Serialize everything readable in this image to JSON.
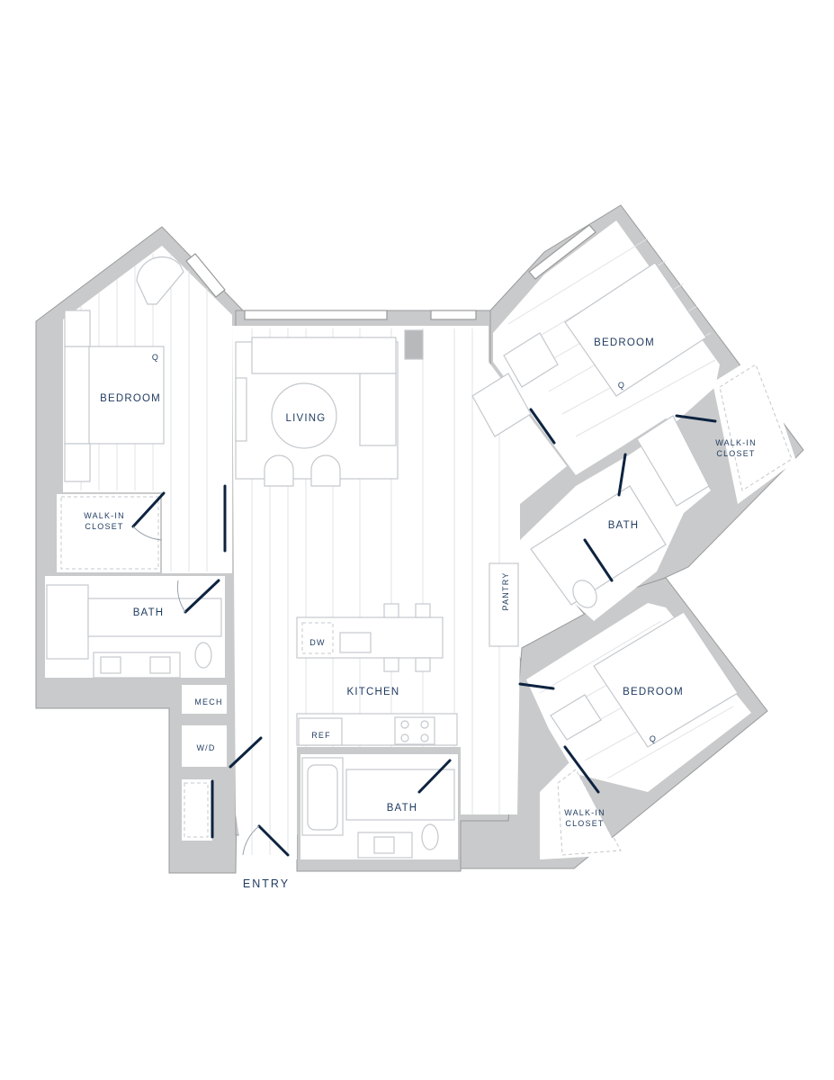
{
  "labels": {
    "bedroom_left": "BEDROOM",
    "bedroom_top_right": "BEDROOM",
    "bedroom_bottom_right": "BEDROOM",
    "bed_size_left": "Q",
    "bed_size_top_right": "Q",
    "bed_size_bottom_right": "Q",
    "living": "LIVING",
    "kitchen": "KITCHEN",
    "bath_left": "BATH",
    "bath_center": "BATH",
    "bath_right": "BATH",
    "walk_in_left_1": "WALK-IN",
    "walk_in_left_2": "CLOSET",
    "walk_in_top_right_1": "WALK-IN",
    "walk_in_top_right_2": "CLOSET",
    "walk_in_bottom_right_1": "WALK-IN",
    "walk_in_bottom_right_2": "CLOSET",
    "mech": "MECH",
    "washer_dryer": "W/D",
    "pantry": "PANTRY",
    "refrigerator": "REF",
    "dishwasher": "DW",
    "entry": "ENTRY"
  },
  "colors": {
    "walls": "#c9cacb",
    "text": "#1e3a5f",
    "doors": "#0d2340",
    "fixtures": "#c4c8cd"
  }
}
